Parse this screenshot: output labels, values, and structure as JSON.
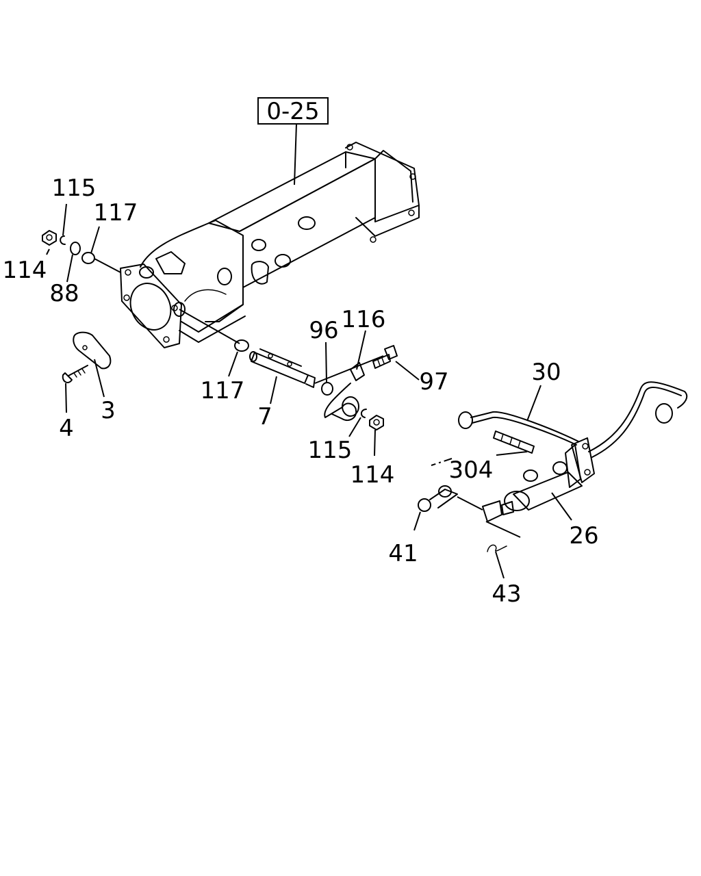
{
  "diagram": {
    "reference_box": "0-25",
    "callouts": [
      {
        "id": "c115a",
        "text": "115"
      },
      {
        "id": "c117a",
        "text": "117"
      },
      {
        "id": "c114a",
        "text": "114"
      },
      {
        "id": "c88",
        "text": "88"
      },
      {
        "id": "c96",
        "text": "96"
      },
      {
        "id": "c116",
        "text": "116"
      },
      {
        "id": "c97",
        "text": "97"
      },
      {
        "id": "c117b",
        "text": "117"
      },
      {
        "id": "c3",
        "text": "3"
      },
      {
        "id": "c4",
        "text": "4"
      },
      {
        "id": "c7",
        "text": "7"
      },
      {
        "id": "c115b",
        "text": "115"
      },
      {
        "id": "c114b",
        "text": "114"
      },
      {
        "id": "c30",
        "text": "30"
      },
      {
        "id": "c304",
        "text": "304"
      },
      {
        "id": "c26",
        "text": "26"
      },
      {
        "id": "c41",
        "text": "41"
      },
      {
        "id": "c43",
        "text": "43"
      }
    ]
  }
}
